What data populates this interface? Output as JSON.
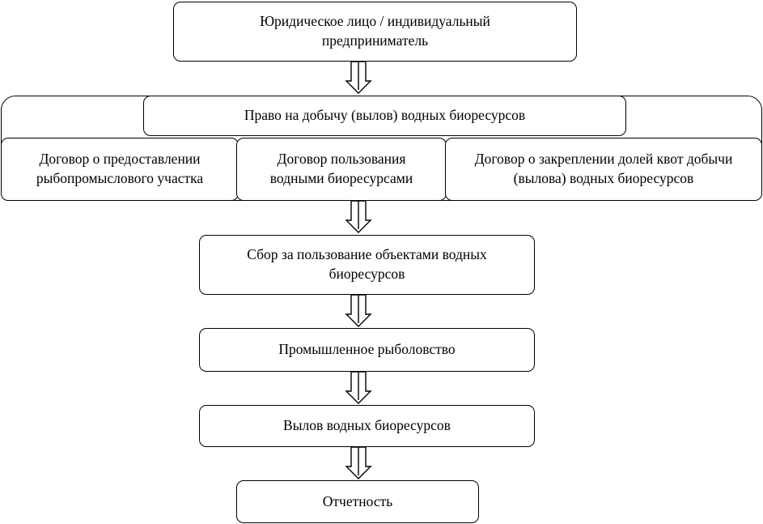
{
  "diagram": {
    "entity": "Юридическое лицо / индивидуальный предприниматель",
    "right": "Право на добычу (вылов) водных биоресурсов",
    "contracts": [
      "Договор о предоставлении рыбопромыслового участка",
      "Договор пользования водными биоресурсами",
      "Договор о закреплении долей квот добычи (вылова) водных биоресурсов"
    ],
    "fee": "Сбор за пользование объектами водных биоресурсов",
    "fishing": "Промышленное рыболовство",
    "catch": "Вылов водных биоресурсов",
    "reporting": "Отчетность"
  }
}
